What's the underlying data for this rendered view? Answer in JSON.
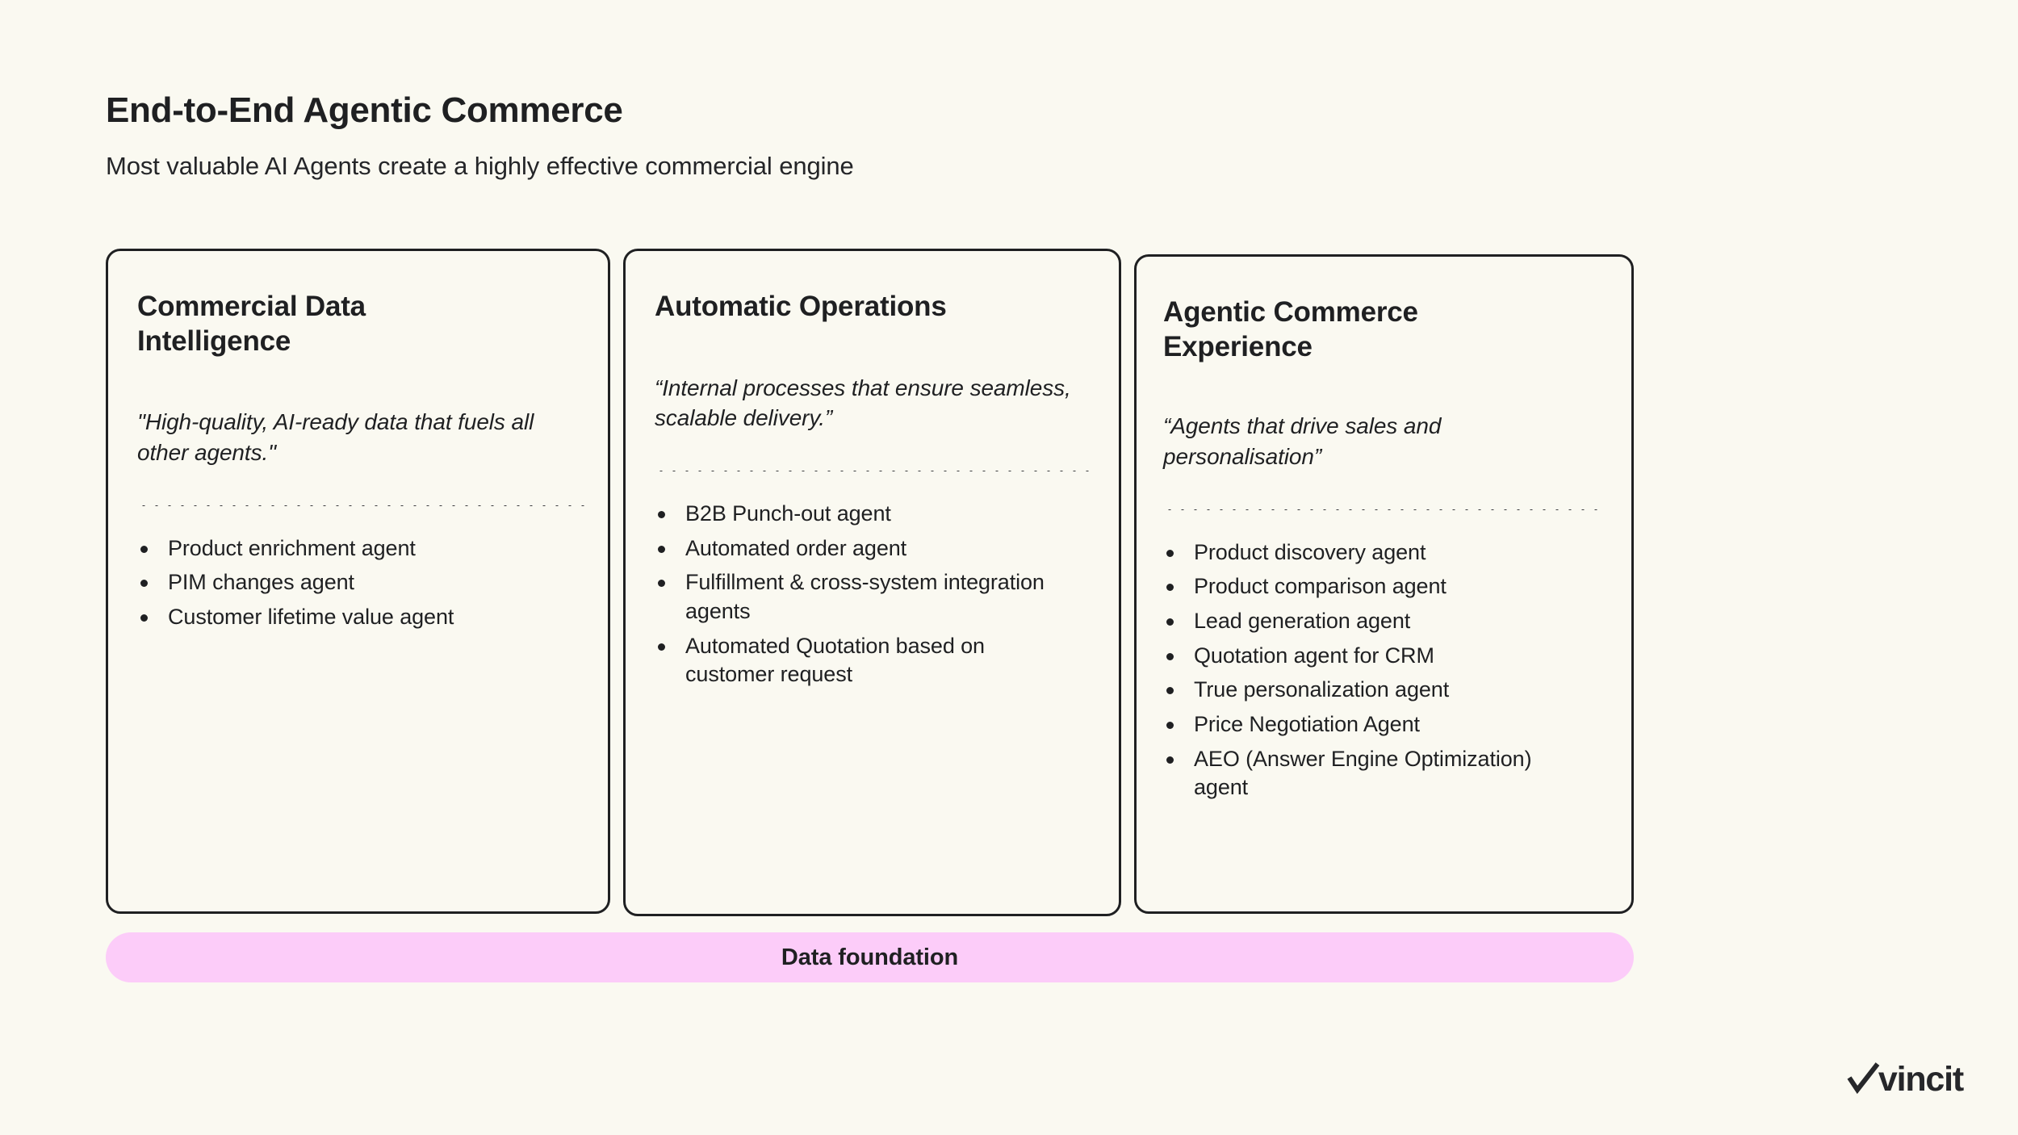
{
  "header": {
    "title": "End-to-End Agentic Commerce",
    "subtitle": "Most valuable AI Agents create a highly effective commercial engine"
  },
  "cards": [
    {
      "title": "Commercial Data Intelligence",
      "quote": "\"High-quality, AI-ready data that fuels all other agents.\"",
      "bullets": [
        "Product enrichment agent",
        "PIM changes agent",
        "Customer lifetime value agent"
      ]
    },
    {
      "title": "Automatic Operations",
      "quote": "“Internal processes that ensure seamless, scalable delivery.”",
      "bullets": [
        "B2B Punch-out agent",
        "Automated order agent",
        "Fulfillment & cross-system integration agents",
        "Automated Quotation based on customer request"
      ]
    },
    {
      "title": "Agentic Commerce Experience",
      "quote": "“Agents that drive sales and personalisation”",
      "bullets": [
        "Product discovery agent",
        "Product comparison agent",
        "Lead generation agent",
        "Quotation agent for CRM",
        "True personalization agent",
        "Price Negotiation Agent",
        "AEO (Answer Engine Optimization) agent"
      ]
    }
  ],
  "foundation": {
    "label": "Data foundation"
  },
  "logo": {
    "text": "vincit",
    "icon": "check-icon"
  },
  "colors": {
    "background": "#faf9f1",
    "text": "#1f2022",
    "card_border": "#1f2022",
    "foundation_pink": "#fcccf9"
  }
}
